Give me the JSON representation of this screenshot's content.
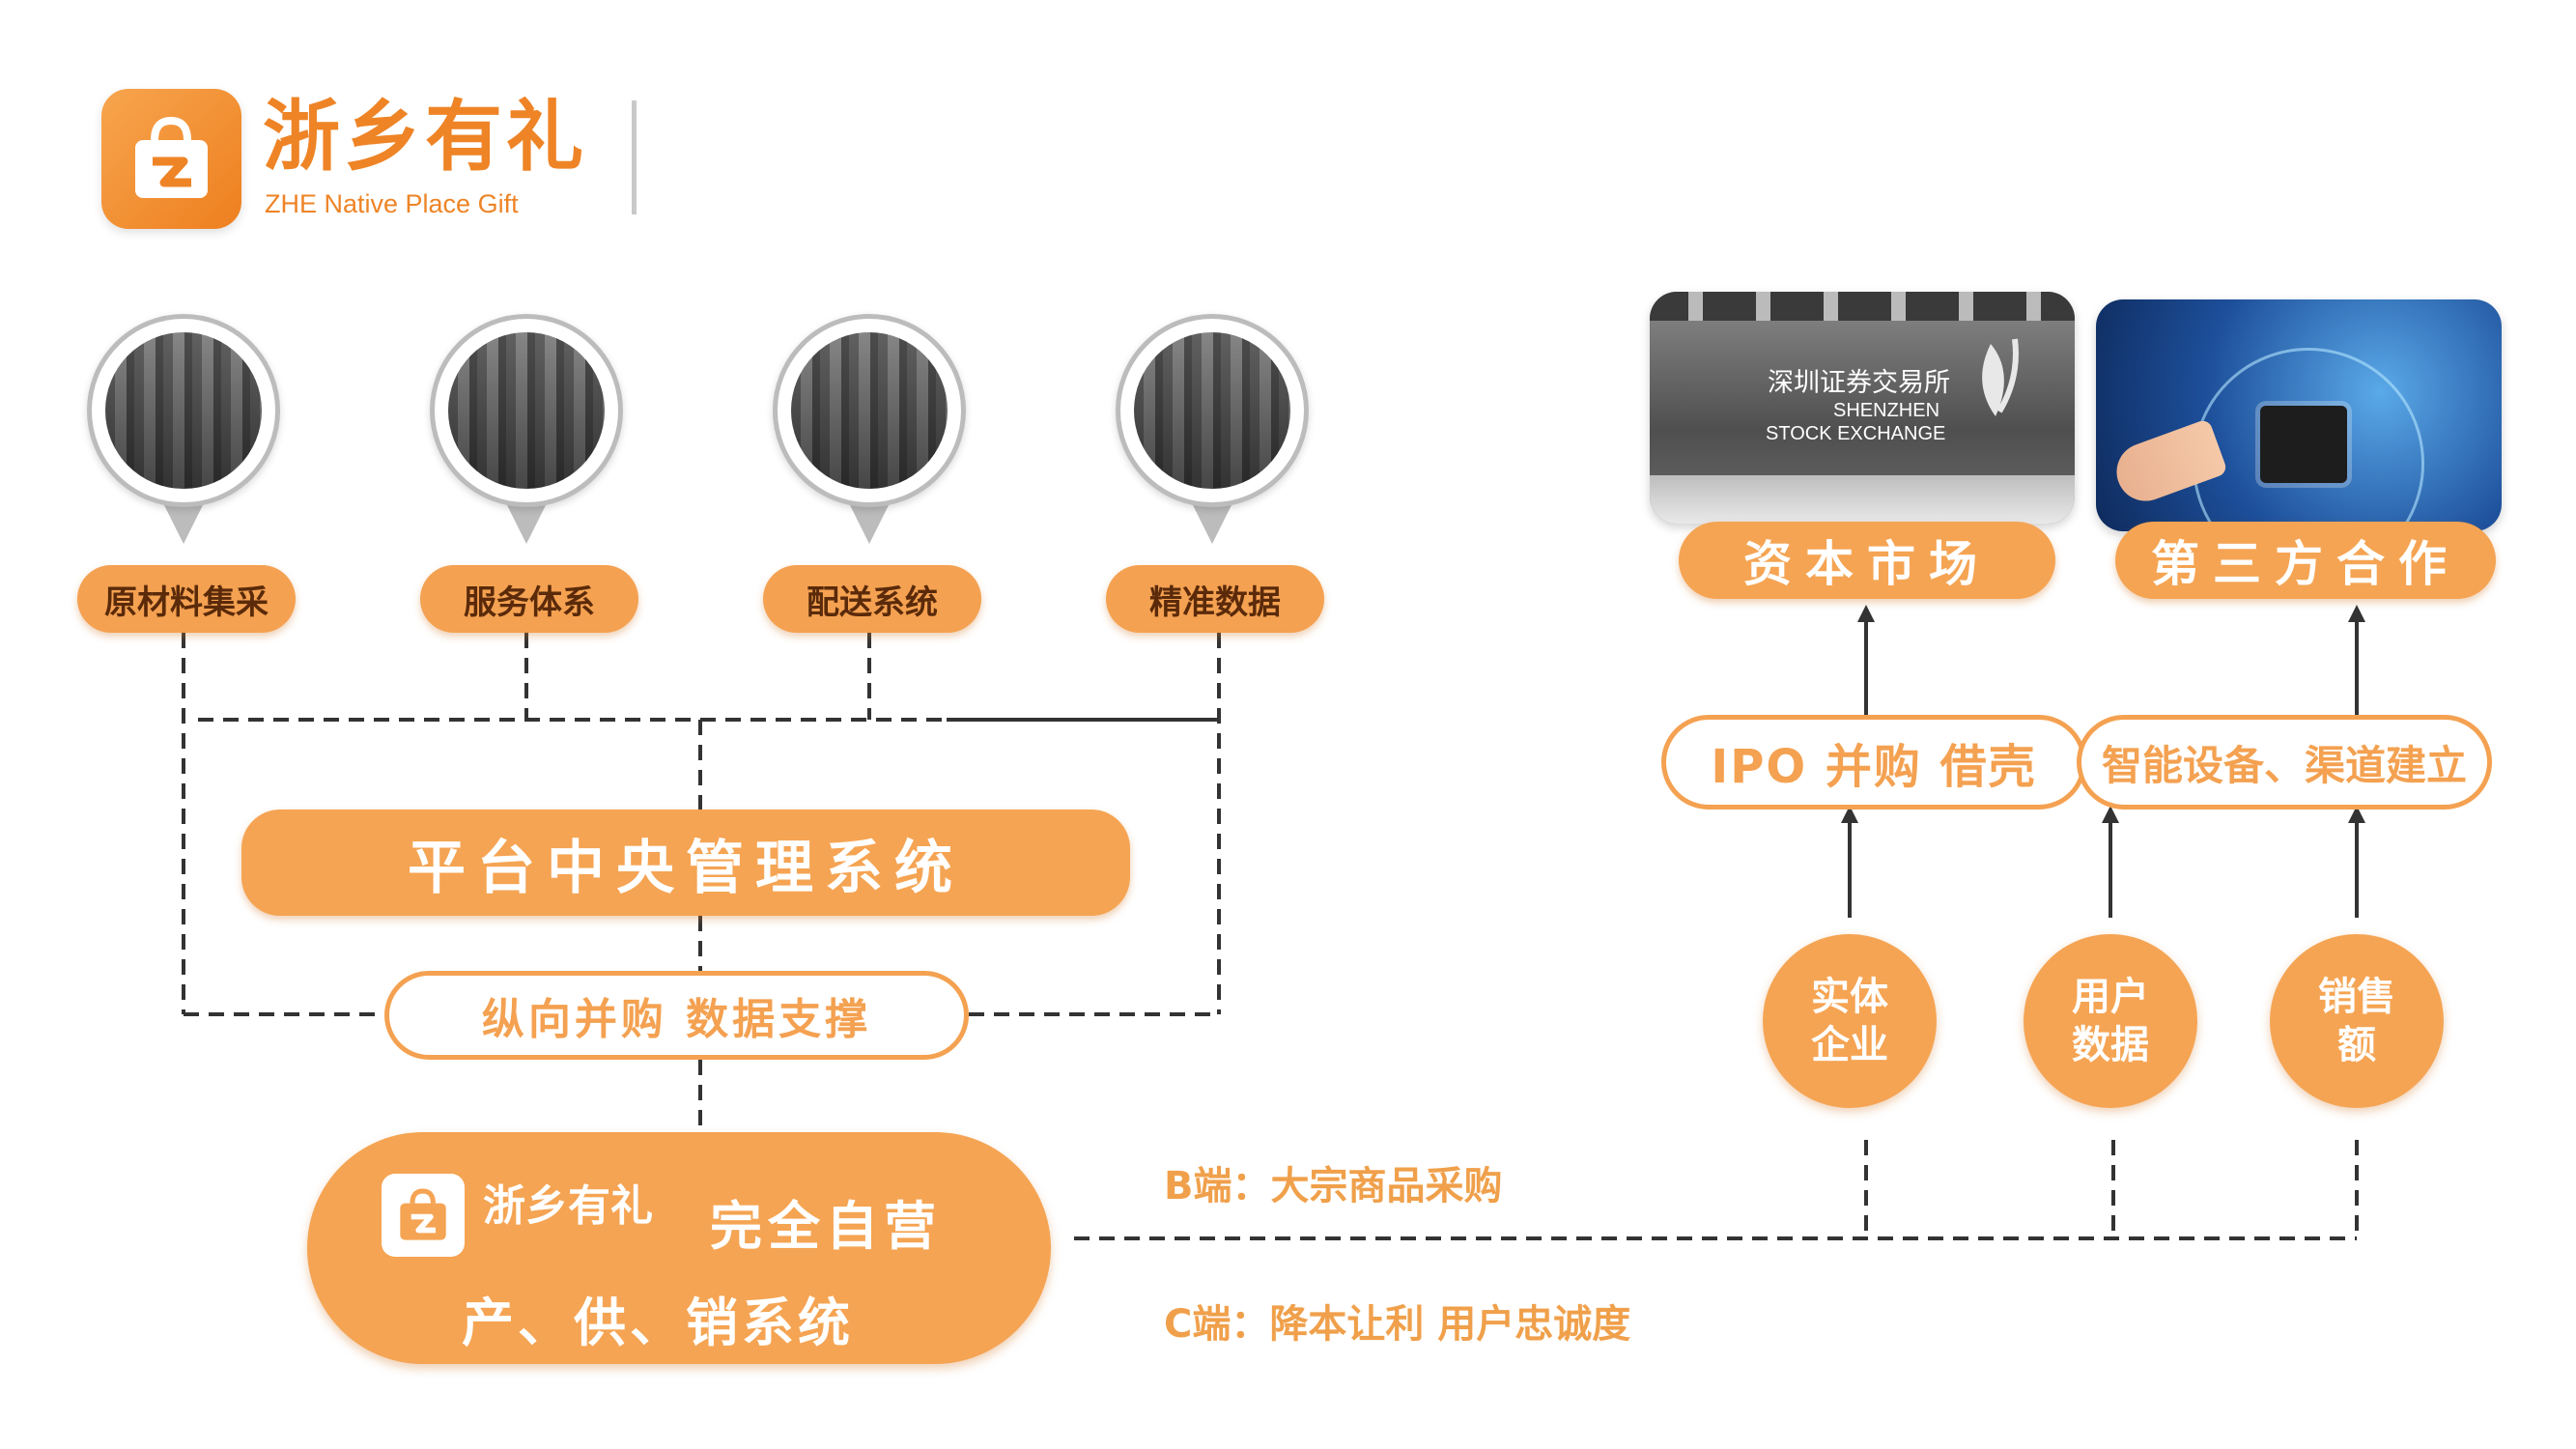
{
  "brand": {
    "name": "浙乡有礼",
    "subtitle": "ZHE Native Place Gift"
  },
  "pins": [
    {
      "label": "原材料集采"
    },
    {
      "label": "服务体系"
    },
    {
      "label": "配送系统"
    },
    {
      "label": "精准数据"
    }
  ],
  "central": {
    "label": "平台中央管理系统"
  },
  "vertical_support": {
    "label": "纵向并购  数据支撑"
  },
  "self_operated": {
    "brand": "浙乡有礼",
    "title": "完全自营",
    "subtitle": "产、供、销系统"
  },
  "channels": {
    "b_end": "B端：大宗商品采购",
    "c_end": "C端：降本让利  用户忠诚度"
  },
  "right": {
    "capital_market": "资本市场",
    "third_party": "第三方合作",
    "ipo_box": "IPO  并购  借壳",
    "smart_box": "智能设备、渠道建立",
    "exchange_cn": "深圳证券交易所",
    "exchange_en1": "SHENZHEN",
    "exchange_en2": "STOCK EXCHANGE",
    "circles": [
      {
        "line1": "实体",
        "line2": "企业"
      },
      {
        "line1": "用户",
        "line2": "数据"
      },
      {
        "line1": "销售",
        "line2": "额"
      }
    ]
  },
  "colors": {
    "accent": "#f5a453",
    "brand_orange": "#ee8426",
    "dark_text": "#5a2a0a",
    "connector": "#333333"
  }
}
